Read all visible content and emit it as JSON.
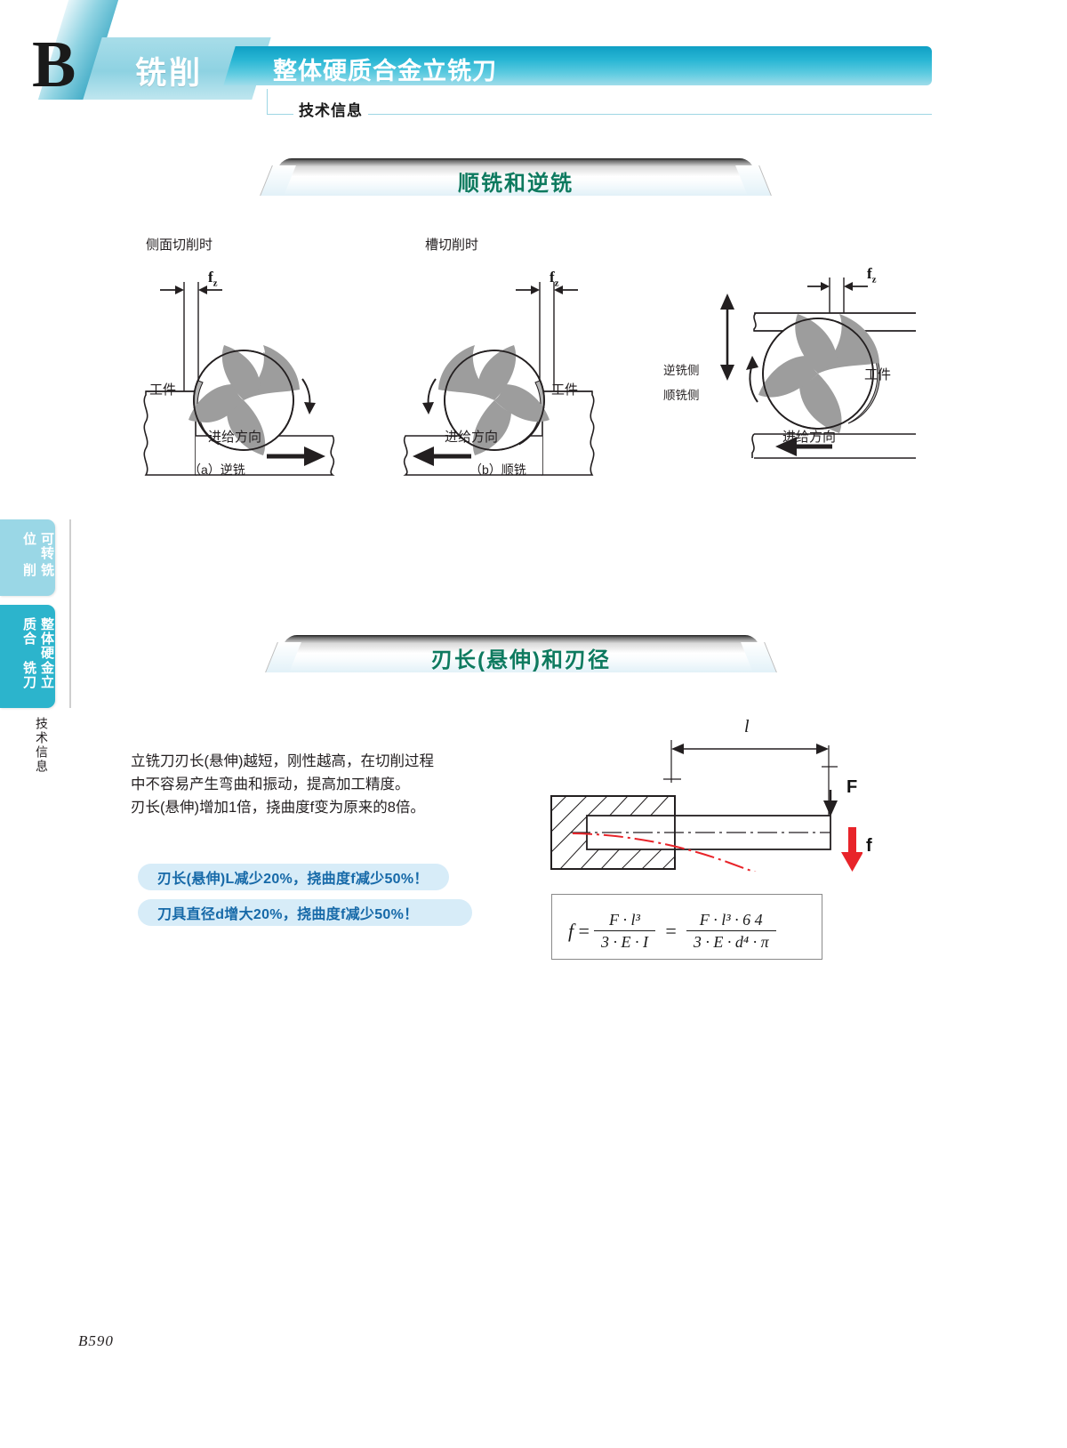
{
  "header": {
    "letter": "B",
    "category": "铣削",
    "title": "整体硬质合金立铣刀",
    "subtitle": "技术信息",
    "accent_color": "#29b6d4",
    "category_color": "#8ed2e2"
  },
  "side_tabs": [
    {
      "name": "tab-indexable-milling",
      "line1": "可转位",
      "line2": "铣削",
      "color": "#9ad7e6"
    },
    {
      "name": "tab-solid-carbide-endmill",
      "line1": "整体硬质合",
      "line2": "金立铣刀",
      "color": "#2cb4cc"
    }
  ],
  "side_footer": "技术信息",
  "sections": [
    {
      "banner": "顺铣和逆铣",
      "banner_color": "#0e7a5f",
      "diagrams": [
        {
          "heading": "侧面切削时",
          "feed_symbol": "f",
          "feed_subscript": "z",
          "workpiece_label": "工件",
          "feed_direction": "进给方向",
          "caption": "（a）逆铣"
        },
        {
          "heading": "槽切削时",
          "feed_symbol": "f",
          "feed_subscript": "z",
          "workpiece_label": "工件",
          "feed_direction": "进给方向",
          "caption": "（b）顺铣"
        },
        {
          "heading": "",
          "feed_symbol": "f",
          "feed_subscript": "z",
          "workpiece_label": "工件",
          "feed_direction": "进给方向",
          "side_label_up": "逆铣侧",
          "side_label_down": "顺铣侧",
          "caption": ""
        }
      ]
    },
    {
      "banner": "刃长(悬伸)和刃径",
      "banner_color": "#0e7a5f",
      "body": [
        "立铣刀刃长(悬伸)越短，刚性越高，在切削过程",
        "中不容易产生弯曲和振动，提高加工精度。",
        "刃长(悬伸)增加1倍，挠曲度f变为原来的8倍。"
      ],
      "callouts": [
        "刃长(悬伸)L减少20%，挠曲度f减少50%！",
        "刀具直径d增大20%，挠曲度f减少50%！"
      ],
      "callout_bg": "#d7ecf8",
      "callout_color": "#1669a8",
      "diagram": {
        "length_symbol": "l",
        "force_symbol": "F",
        "deflection_symbol": "f",
        "deflection_color": "#e8242a"
      },
      "formula": {
        "lhs": "f",
        "eq1": "=",
        "num1": "F · l³",
        "den1": "3 · E · I",
        "eq2": "=",
        "num2": "F · l³ · 6 4",
        "den2": "3 · E · d⁴ · π"
      }
    }
  ],
  "footer": {
    "page_number": "B590"
  }
}
